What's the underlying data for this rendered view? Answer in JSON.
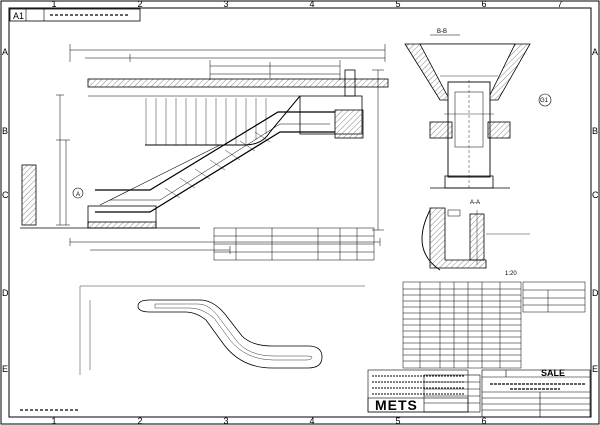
{
  "sheet": {
    "zone_letters": [
      "A",
      "B",
      "C",
      "D",
      "E"
    ],
    "zone_numbers": [
      "1",
      "2",
      "3",
      "4",
      "5",
      "6",
      "7"
    ],
    "drawing_no_prefix": "A1"
  },
  "views": {
    "section_bb_label": "B-B",
    "detail_label": "A-A",
    "detail_scale": "1:20",
    "callout_a": "A",
    "callout_g": "G1"
  },
  "title_block": {
    "company_logo": "METS",
    "project_status": "SALE"
  },
  "colors": {
    "line": "#000000",
    "hatch": "#555555",
    "paper": "#ffffff"
  }
}
